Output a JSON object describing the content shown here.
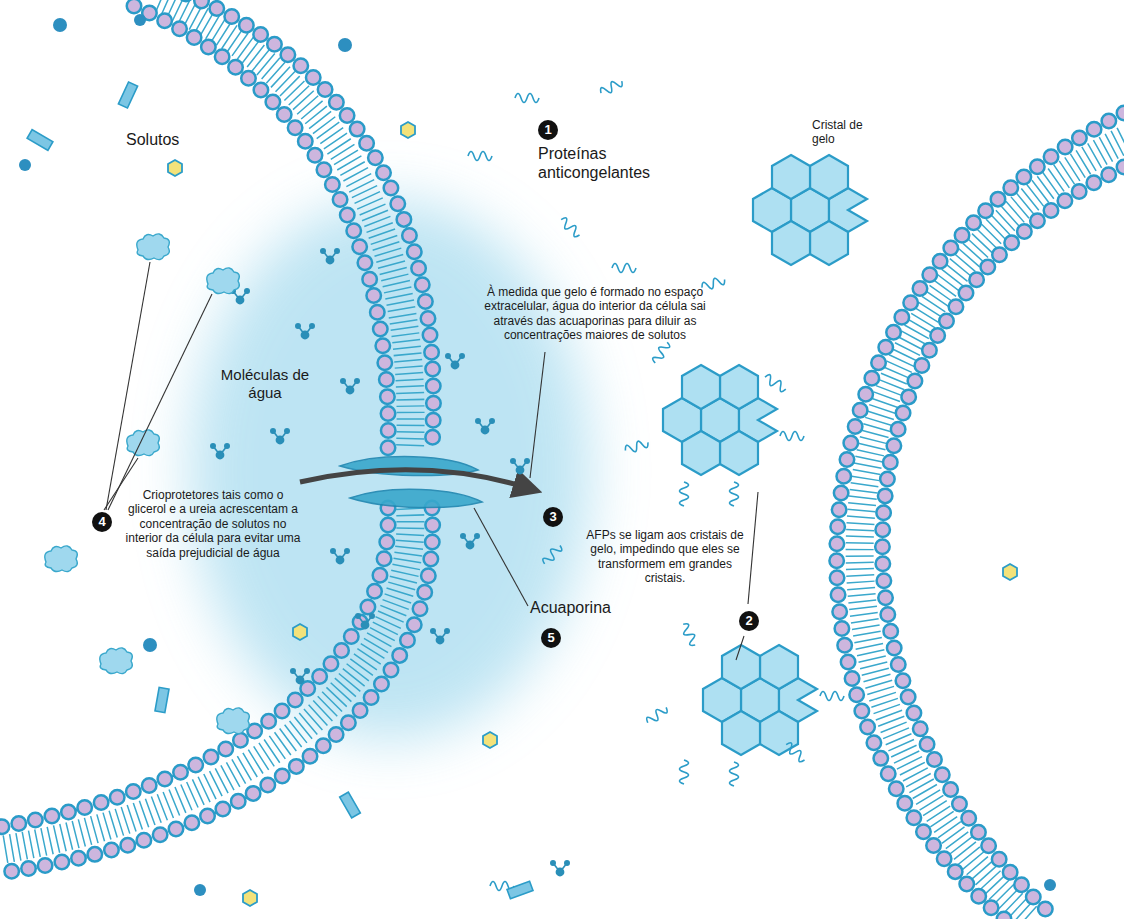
{
  "diagram": {
    "labels": [
      "Solutos",
      "1",
      "Proteínas anticongelantes",
      "Cristal de gelo",
      "Moléculas de água",
      "À medida que gelo é formado no espaço extracelular, água do interior da célula sai através das acuaporinas para diluir as concentrações maiores de solutos",
      "3",
      "4",
      "Crioprotetores tais como o glicerol e a ureia acrescentam a concentração de solutos no interior da célula para evitar uma saída prejudicial de água",
      "AFPs se ligam aos cristais de gelo, impedindo que eles se transformem em grandes cristais.",
      "2",
      "Acuaporina",
      "5"
    ]
  }
}
